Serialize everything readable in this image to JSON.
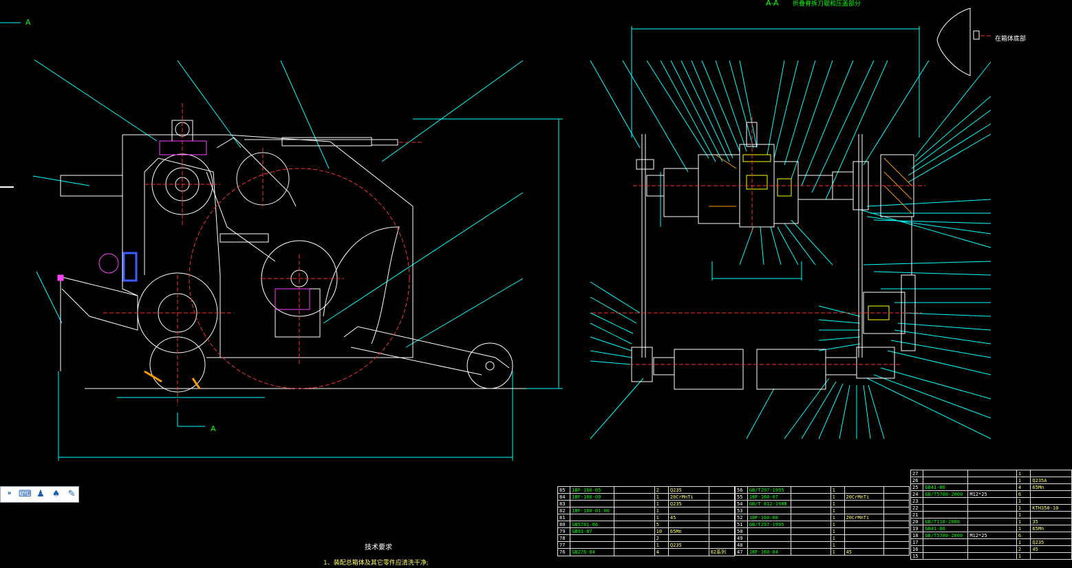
{
  "view_a_label": "A",
  "section_title_id": "A-A",
  "section_title": "折叠脊拆刀辊和压盖部分",
  "note_body_top": "在箱体底部",
  "tech_title": "技术要求",
  "tech_line1": "1、装配总箱体及其它零件应清洗干净;",
  "toolbar_icons": [
    "cursor-icon",
    "keyboard-icon",
    "user-icon",
    "shirt-icon",
    "wrench-icon"
  ],
  "bom_mid": [
    [
      "85",
      "1BF-160-05",
      "",
      "2",
      "Q235",
      ""
    ],
    [
      "84",
      "1BF-160-09",
      "",
      "1",
      "20CrMnTi",
      ""
    ],
    [
      "83",
      "",
      "",
      "1",
      "Q235",
      ""
    ],
    [
      "82",
      "1BF-160-01-00",
      "",
      "1",
      "",
      ""
    ],
    [
      "81",
      "",
      "",
      "1",
      "45",
      ""
    ],
    [
      "80",
      "GB5781-86",
      "",
      "5",
      "",
      ""
    ],
    [
      "79",
      "GB93-87",
      "",
      "10",
      "65Mn",
      ""
    ],
    [
      "78",
      "",
      "",
      "2",
      "",
      ""
    ],
    [
      "77",
      "",
      "",
      "1",
      "Q235",
      ""
    ],
    [
      "76",
      "GB276-94",
      "",
      "4",
      "",
      "02系列"
    ]
  ],
  "bom_mid2": [
    [
      "56",
      "GB/T297-1995",
      "",
      "1",
      "",
      ""
    ],
    [
      "55",
      "1BF-160-07",
      "",
      "1",
      "20CrMnTi",
      ""
    ],
    [
      "54",
      "GB/T 812-1988",
      "",
      "1",
      "",
      ""
    ],
    [
      "53",
      "",
      "",
      "1",
      "",
      ""
    ],
    [
      "52",
      "1BF-160-08",
      "",
      "1",
      "20CrMnTi",
      ""
    ],
    [
      "51",
      "GB/T297-1995",
      "",
      "1",
      "",
      ""
    ],
    [
      "50",
      "",
      "",
      "1",
      "",
      ""
    ],
    [
      "49",
      "",
      "",
      "1",
      "",
      ""
    ],
    [
      "48",
      "",
      "",
      "1",
      "",
      ""
    ],
    [
      "47",
      "1BF-160-04",
      "",
      "1",
      "45",
      ""
    ]
  ],
  "bom_right": [
    [
      "27",
      "",
      "",
      "1",
      ""
    ],
    [
      "26",
      "",
      "",
      "1",
      "Q235A"
    ],
    [
      "25",
      "GB41-86",
      "",
      "4",
      "65Mn"
    ],
    [
      "24",
      "GB/T5780-2000",
      "M12*25",
      "6",
      ""
    ],
    [
      "23",
      "",
      "",
      "1",
      ""
    ],
    [
      "22",
      "",
      "",
      "1",
      "KTH350-10"
    ],
    [
      "21",
      "",
      "",
      "1",
      ""
    ],
    [
      "20",
      "GB/T118-2000",
      "",
      "1",
      "35"
    ],
    [
      "19",
      "GB41-86",
      "",
      "1",
      "65Mn"
    ],
    [
      "18",
      "GB/T5780-2000",
      "M12*25",
      "6",
      ""
    ],
    [
      "17",
      "",
      "",
      "1",
      "Q235"
    ],
    [
      "16",
      "",
      "",
      "2",
      "45"
    ],
    [
      "15",
      "",
      "",
      "1",
      ""
    ]
  ]
}
